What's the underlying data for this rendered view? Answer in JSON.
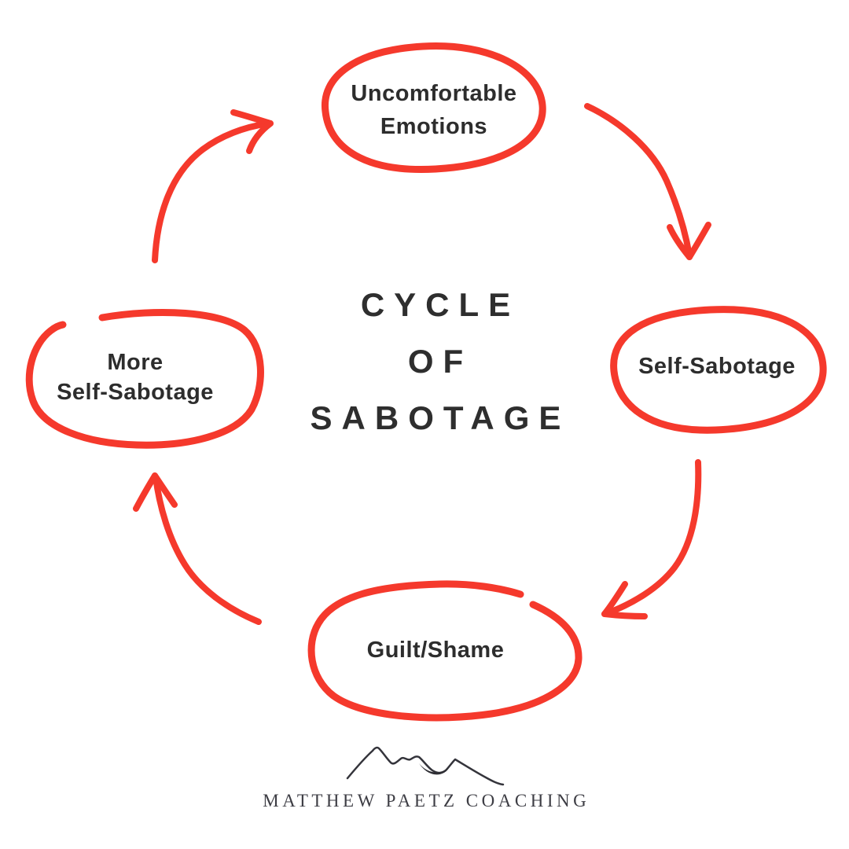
{
  "diagram": {
    "title": {
      "line1": "CYCLE",
      "line2": "OF",
      "line3": "SABOTAGE"
    },
    "nodes": {
      "top": {
        "line1": "Uncomfortable",
        "line2": "Emotions"
      },
      "right": {
        "line1": "Self-Sabotage"
      },
      "bottom": {
        "line1": "Guilt/Shame"
      },
      "left": {
        "line1": "More",
        "line2": "Self-Sabotage"
      }
    },
    "colors": {
      "accent_red": "#f5392c",
      "ink": "#2e2e2e",
      "logo_ink": "#3d3d44",
      "background": "#ffffff"
    }
  },
  "footer": {
    "brand_name": "MATTHEW PAETZ COACHING"
  }
}
